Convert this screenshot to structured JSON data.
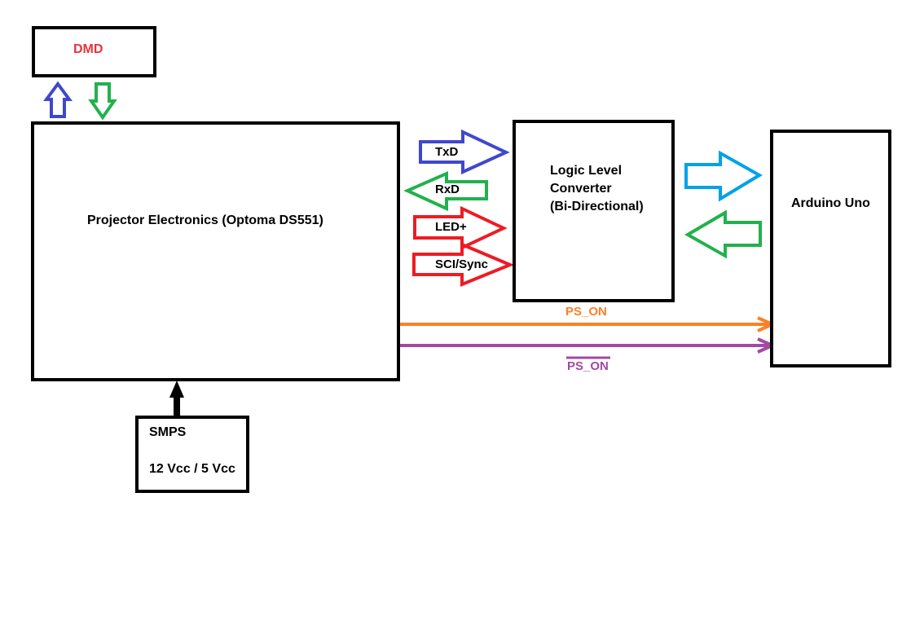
{
  "blocks": {
    "dmd": {
      "label": "DMD",
      "color": "#e8333b"
    },
    "projector": {
      "label": "Projector Electronics (Optoma DS551)"
    },
    "llc": {
      "lines": [
        "Logic Level",
        "Converter",
        "(Bi-Directional)"
      ]
    },
    "arduino": {
      "label": "Arduino Uno"
    },
    "smps": {
      "title": "SMPS",
      "voltage": "12 Vcc / 5 Vcc"
    }
  },
  "signals": {
    "txd": {
      "label": "TxD",
      "color": "#3f48cc"
    },
    "rxd": {
      "label": "RxD",
      "color": "#22b14c"
    },
    "led": {
      "label": "LED+",
      "color": "#ed1c24"
    },
    "sci": {
      "label": "SCI/Sync",
      "color": "#ed1c24"
    },
    "ps_on": {
      "label": "PS_ON",
      "color": "#ff7f27"
    },
    "ps_on_n": {
      "label": "PS_ON",
      "color": "#a349a4",
      "overline": true
    }
  },
  "link_colors": {
    "dmd_up": "#3f48cc",
    "dmd_down": "#22b14c",
    "llc_to_arduino": "#00a2e8",
    "arduino_to_llc": "#22b14c",
    "power": "#000000"
  }
}
